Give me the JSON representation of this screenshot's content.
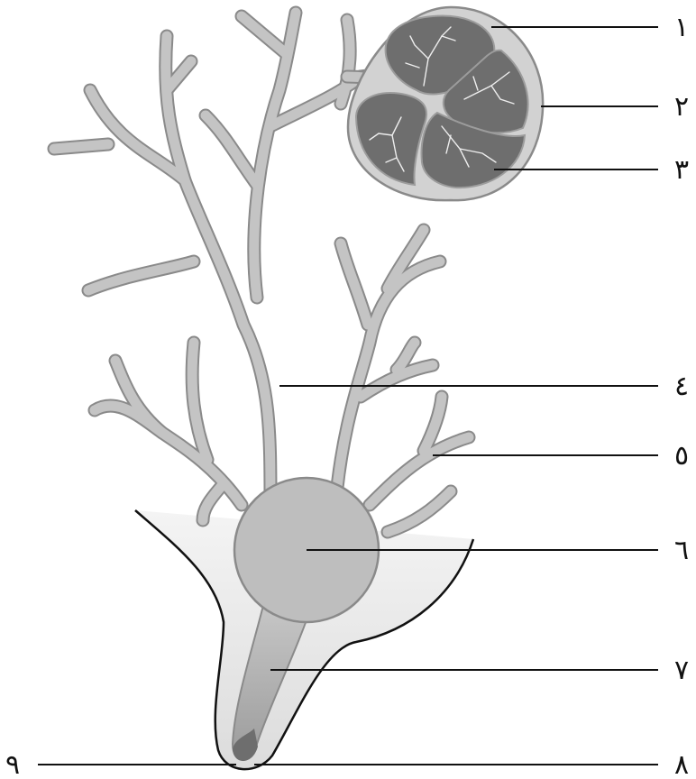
{
  "colors": {
    "cell_fill": "#c4c4c4",
    "cell_outline": "#8a8a8a",
    "nucleus_fill": "#bebebe",
    "follicle_fill": "#e6e6e6",
    "capsule_fill": "#d2d2d2",
    "lobe_fill": "#6e6e6e",
    "vein_color": "#eeeeee",
    "root_tip_fill": "#7a7a7a",
    "line_color": "#111111"
  },
  "labels": {
    "l1": "١",
    "l2": "٢",
    "l3": "٣",
    "l4": "٤",
    "l5": "٥",
    "l6": "٦",
    "l7": "٧",
    "l8": "٨",
    "l9": "٩"
  }
}
